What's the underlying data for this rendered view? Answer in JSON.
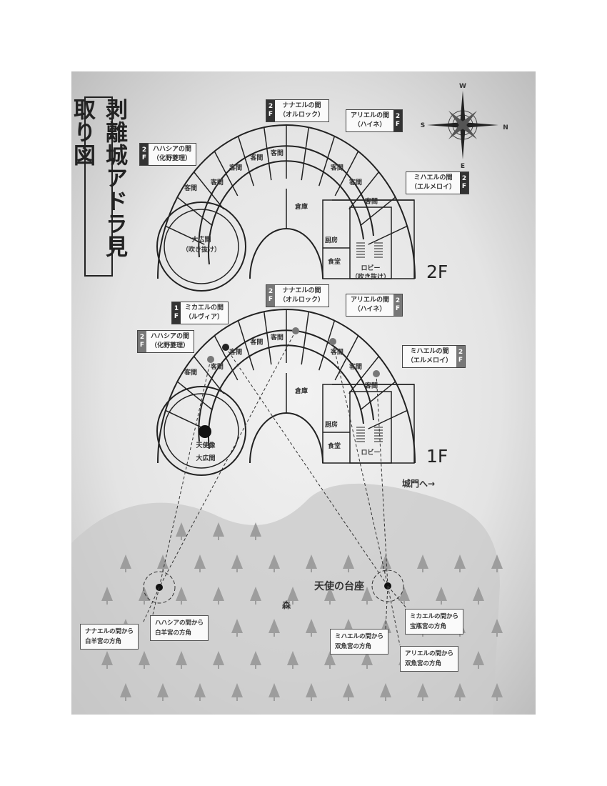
{
  "title": "剥離城アドラ見取り図",
  "compass": {
    "n": "N",
    "s": "S",
    "e": "E",
    "w": "W"
  },
  "floors": [
    {
      "label": "2F",
      "rooms": {
        "guest": "客間",
        "storage": "倉庫",
        "kitchen": "厨房",
        "dining": "食堂",
        "lobby": "ロビー",
        "lobby_note": "（吹き抜け）",
        "hall": "大広間",
        "hall_note": "（吹き抜け）"
      },
      "callouts": [
        {
          "floor_tag": "2F",
          "name": "ハハシアの間",
          "occupant": "（化野菱理）"
        },
        {
          "floor_tag": "2F",
          "name": "ナナエルの間",
          "occupant": "（オルロック）"
        },
        {
          "floor_tag": "2F",
          "name": "アリエルの間",
          "occupant": "（ハイネ）"
        },
        {
          "floor_tag": "2F",
          "name": "ミハエルの間",
          "occupant": "（エルメロイ）"
        }
      ]
    },
    {
      "label": "1F",
      "rooms": {
        "guest": "客間",
        "storage": "倉庫",
        "kitchen": "厨房",
        "dining": "食堂",
        "lobby": "ロビー",
        "hall": "大広間",
        "statue": "天使像"
      },
      "callouts": [
        {
          "floor_tag": "1F",
          "name": "ミカエルの間",
          "occupant": "（ルヴィア）"
        },
        {
          "floor_tag": "2F",
          "name": "ハハシアの間",
          "occupant": "（化野菱理）"
        },
        {
          "floor_tag": "2F",
          "name": "ナナエルの間",
          "occupant": "（オルロック）"
        },
        {
          "floor_tag": "2F",
          "name": "アリエルの間",
          "occupant": "（ハイネ）"
        },
        {
          "floor_tag": "2F",
          "name": "ミハエルの間",
          "occupant": "（エルメロイ）"
        }
      ]
    }
  ],
  "gate": "城門へ→",
  "forest": "森",
  "pedestal": "天使の台座",
  "notes": [
    {
      "line1": "ナナエルの間から",
      "line2": "白羊宮の方角"
    },
    {
      "line1": "ハハシアの間から",
      "line2": "白羊宮の方角"
    },
    {
      "line1": "ミカエルの間から",
      "line2": "宝瓶宮の方角"
    },
    {
      "line1": "ミハエルの間から",
      "line2": "双魚宮の方角"
    },
    {
      "line1": "アリエルの間から",
      "line2": "双魚宮の方角"
    }
  ]
}
